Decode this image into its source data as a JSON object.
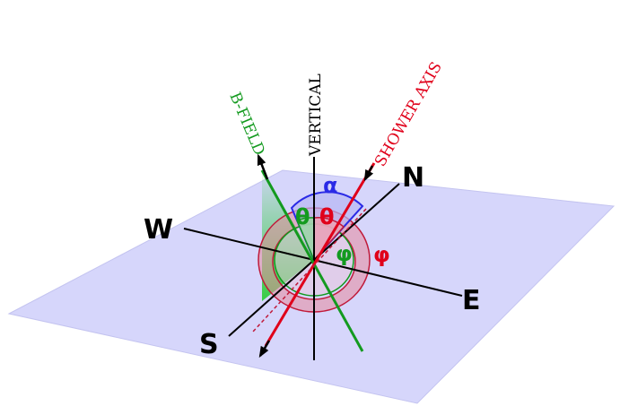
{
  "labels": {
    "vertical": "VERTICAL",
    "bfield": "B-FIELD",
    "shower_axis": "SHOWER AXIS"
  },
  "directions": {
    "north": "N",
    "south": "S",
    "east": "E",
    "west": "W"
  },
  "angles": {
    "alpha": "α",
    "theta_b": "θ",
    "theta_s": "θ",
    "phi_b": "φ",
    "phi_s": "φ"
  },
  "colors": {
    "plane": "#d6d6fb",
    "bfield": "#139a1f",
    "shower": "#e0001a",
    "alpha_arc": "#2a2ae6",
    "text": "#000000"
  }
}
